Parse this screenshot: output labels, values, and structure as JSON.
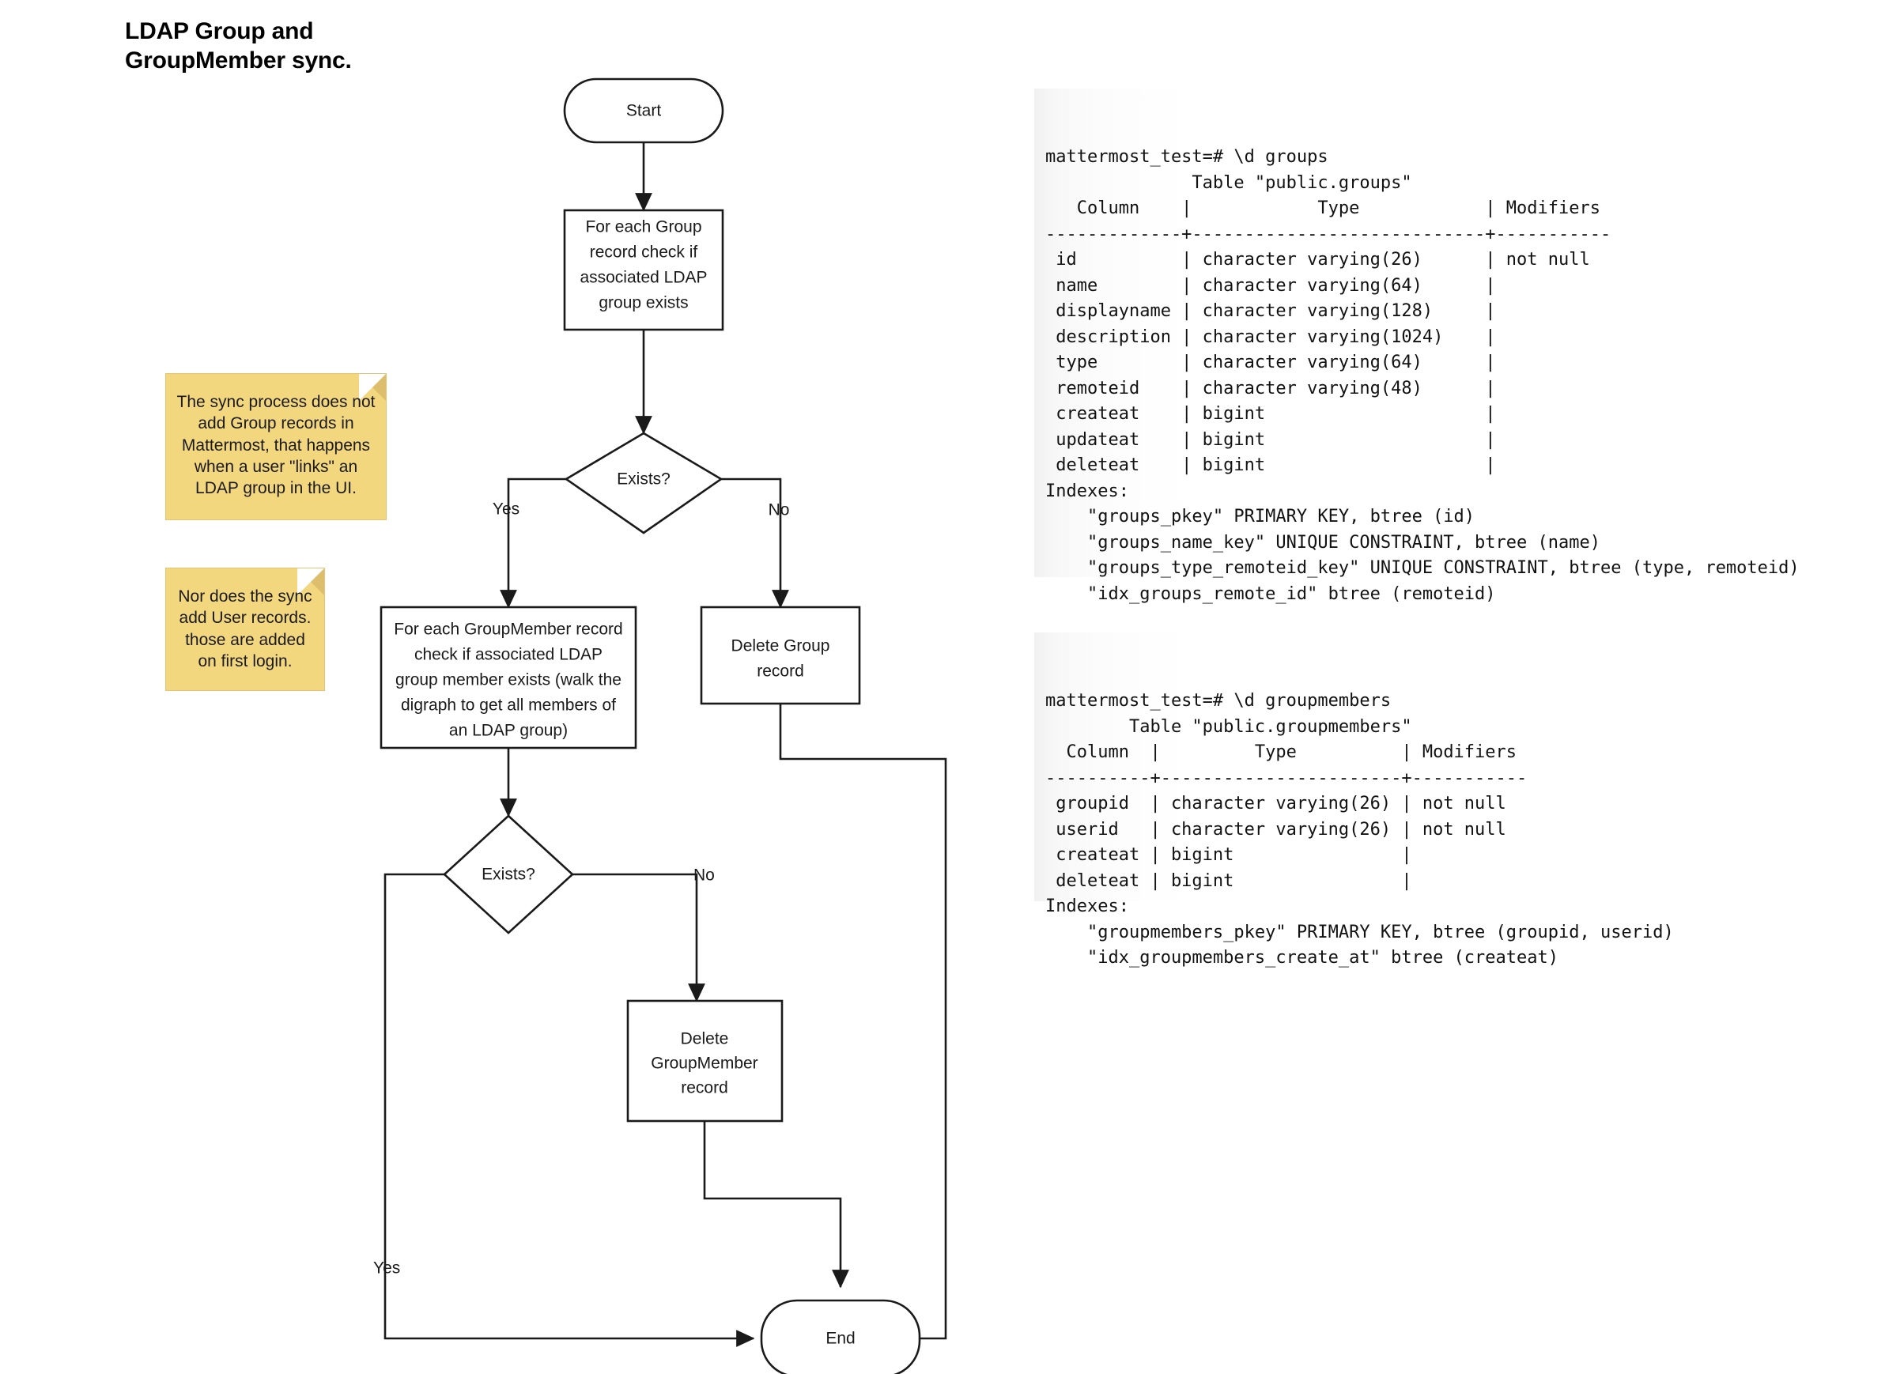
{
  "title": "LDAP Group and\nGroupMember sync.",
  "flowchart": {
    "nodes": {
      "start": "Start",
      "for_each_group": "For each Group\nrecord check if\nassociated LDAP\ngroup exists",
      "exists_1": "Exists?",
      "for_each_groupmember": "For each GroupMember record\ncheck if associated LDAP\ngroup member exists (walk the\ndigraph to get all members of\nan LDAP group)",
      "delete_group": "Delete Group\nrecord",
      "exists_2": "Exists?",
      "delete_groupmember": "Delete\nGroupMember\nrecord",
      "end": "End"
    },
    "edge_labels": {
      "exists1_yes": "Yes",
      "exists1_no": "No",
      "exists2_yes": "Yes",
      "exists2_no": "No"
    }
  },
  "notes": [
    {
      "id": "note-1",
      "text": "The sync process does not add Group records in Mattermost, that happens when a user \"links\" an LDAP group in the UI."
    },
    {
      "id": "note-2",
      "text": "Nor does the sync add User records. those are added on first login."
    }
  ],
  "terminal": {
    "groups": {
      "prompt": "mattermost_test=# \\d groups",
      "lines": [
        "mattermost_test=# \\d groups",
        "              Table \"public.groups\"",
        "   Column    |            Type            | Modifiers ",
        "-------------+----------------------------+-----------",
        " id          | character varying(26)      | not null",
        " name        | character varying(64)      |",
        " displayname | character varying(128)     |",
        " description | character varying(1024)    |",
        " type        | character varying(64)      |",
        " remoteid    | character varying(48)      |",
        " createat    | bigint                     |",
        " updateat    | bigint                     |",
        " deleteat    | bigint                     |",
        "Indexes:",
        "    \"groups_pkey\" PRIMARY KEY, btree (id)",
        "    \"groups_name_key\" UNIQUE CONSTRAINT, btree (name)",
        "    \"groups_type_remoteid_key\" UNIQUE CONSTRAINT, btree (type, remoteid)",
        "    \"idx_groups_remote_id\" btree (remoteid)"
      ],
      "cursor": "_"
    },
    "groupmembers": {
      "prompt": "mattermost_test=# \\d groupmembers",
      "lines": [
        "mattermost_test=# \\d groupmembers",
        "        Table \"public.groupmembers\"",
        "  Column  |         Type          | Modifiers ",
        "----------+-----------------------+-----------",
        " groupid  | character varying(26) | not null",
        " userid   | character varying(26) | not null",
        " createat | bigint                |",
        " deleteat | bigint                |",
        "Indexes:",
        "    \"groupmembers_pkey\" PRIMARY KEY, btree (groupid, userid)",
        "    \"idx_groupmembers_create_at\" btree (createat)"
      ]
    }
  },
  "colors": {
    "sticky": "#f3d77f",
    "sticky_fold": "#ddbe6c",
    "stroke": "#1a1a1a",
    "terminal_bg": "#f7f7f7"
  }
}
